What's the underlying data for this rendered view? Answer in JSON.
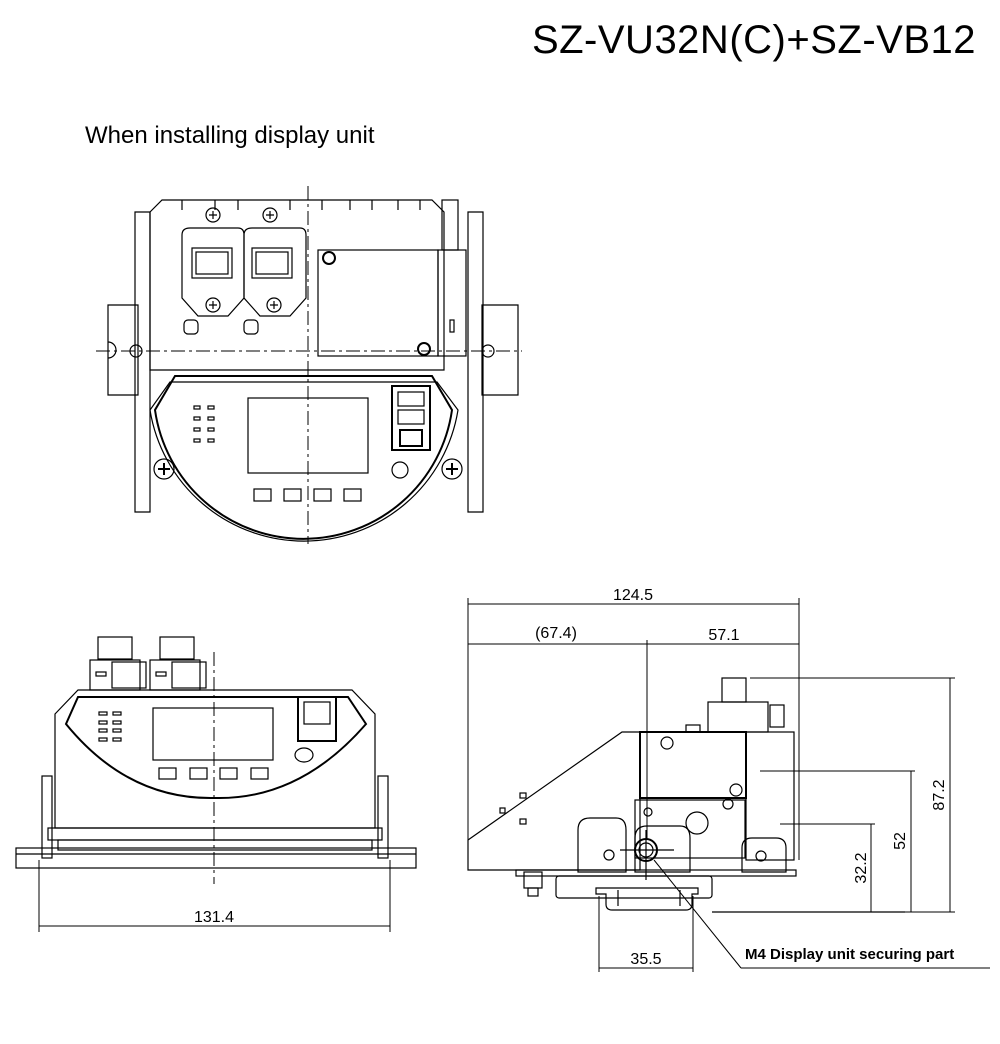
{
  "header": {
    "model_title": "SZ-VU32N(C)+SZ-VB12",
    "subtitle": "When installing display unit"
  },
  "dimensions": {
    "overall_depth": "124.5",
    "rear_depth": "(67.4)",
    "front_depth": "57.1",
    "overall_height": "87.2",
    "mid_height": "52",
    "low_height": "32.2",
    "bracket_width": "131.4",
    "rail_width": "35.5"
  },
  "callouts": {
    "securing_part": "M4 Display unit securing part"
  },
  "views": {
    "top": "top-view",
    "front": "front-view",
    "side": "side-view"
  }
}
